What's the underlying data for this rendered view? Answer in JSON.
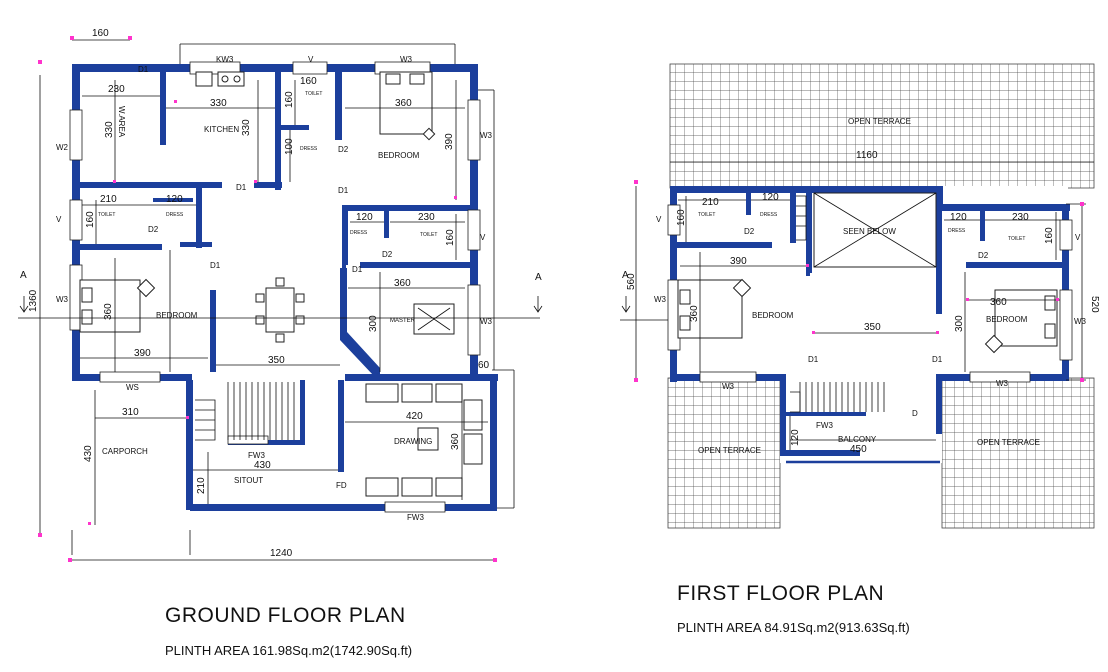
{
  "ground_floor": {
    "title": "GROUND FLOOR PLAN",
    "plinth_area": "PLINTH AREA 161.98Sq.m2(1742.90Sq.ft)",
    "rooms": {
      "kitchen": "KITCHEN",
      "work_area": "W.AREA",
      "toilet_1": "TOILET",
      "dress_1": "DRESS",
      "bedroom_1": "BEDROOM",
      "toilet_2": "TOILET",
      "dress_2": "DRESS",
      "bedroom_2": "BEDROOM",
      "toilet_3": "TOILET",
      "dress_3": "DRESS",
      "master": "MASTER",
      "carporch": "CARPORCH",
      "sitout": "SITOUT",
      "drawing": "DRAWING"
    },
    "openings": {
      "kw3": "KW3",
      "v1": "V",
      "w3_top": "W3",
      "w2": "W2",
      "w3_right": "W3",
      "v_left": "V",
      "v_right": "V",
      "w3_left": "W3",
      "w3_master": "W3",
      "ws": "WS",
      "fw3_stair": "FW3",
      "fw3_bottom": "FW3",
      "fd": "FD",
      "d1_top": "D1",
      "d1_kitchen": "D1",
      "d1_mid": "D1",
      "d1_bed": "D1",
      "d1_right": "D1",
      "d2_a": "D2",
      "d2_b": "D2",
      "d2_c": "D2"
    },
    "dims": {
      "d160_top": "160",
      "d230": "230",
      "d330_h": "330",
      "d330_v": "330",
      "d330_k": "330",
      "d160_t": "160",
      "d160_v": "160",
      "d100": "100",
      "d360_bed": "360",
      "d390": "390",
      "d210": "210",
      "d120_a": "120",
      "d160_left": "160",
      "d120_b": "120",
      "d230_b": "230",
      "d160_right": "160",
      "d360_master": "360",
      "d300": "300",
      "d360_bedl": "360",
      "d390_bed": "390",
      "d350": "350",
      "d60": "60",
      "d310": "310",
      "d420": "420",
      "d360_draw": "360",
      "d430": "430",
      "d430_car": "430",
      "d210_sit": "210",
      "d1360": "1360",
      "d1240": "1240"
    },
    "section_mark": "A",
    "section_mark_right": "A"
  },
  "first_floor": {
    "title": "FIRST FLOOR PLAN",
    "plinth_area": "PLINTH AREA 84.91Sq.m2(913.63Sq.ft)",
    "rooms": {
      "open_terrace_top": "OPEN TERRACE",
      "toilet_1": "TOILET",
      "dress_1": "DRESS",
      "bedroom_1": "BEDROOM",
      "seen_below": "SEEN BELOW",
      "dress_2": "DRESS",
      "toilet_2": "TOILET",
      "bedroom_2": "BEDROOM",
      "balcony": "BALCONY",
      "open_terrace_left": "OPEN TERRACE",
      "open_terrace_right": "OPEN TERRACE"
    },
    "openings": {
      "v_left": "V",
      "v_right": "V",
      "w3_left": "W3",
      "w3_right": "W3",
      "w3_bot_left": "W3",
      "w3_bot_right": "W3",
      "fw3": "FW3",
      "d2_a": "D2",
      "d2_b": "D2",
      "d1_a": "D1",
      "d1_b": "D1",
      "d": "D"
    },
    "dims": {
      "d1160": "1160",
      "d210": "210",
      "d120_a": "120",
      "d160": "160",
      "d120_b": "120",
      "d230": "230",
      "d160_r": "160",
      "d390": "390",
      "d360_bed": "360",
      "d350": "350",
      "d360_bed2": "360",
      "d300": "300",
      "d120_bal": "120",
      "d450": "450",
      "d560": "560",
      "d520": "520"
    },
    "section_mark": "A"
  },
  "colors": {
    "wall": "#1c3f9c",
    "marker": "#ff33cc"
  }
}
